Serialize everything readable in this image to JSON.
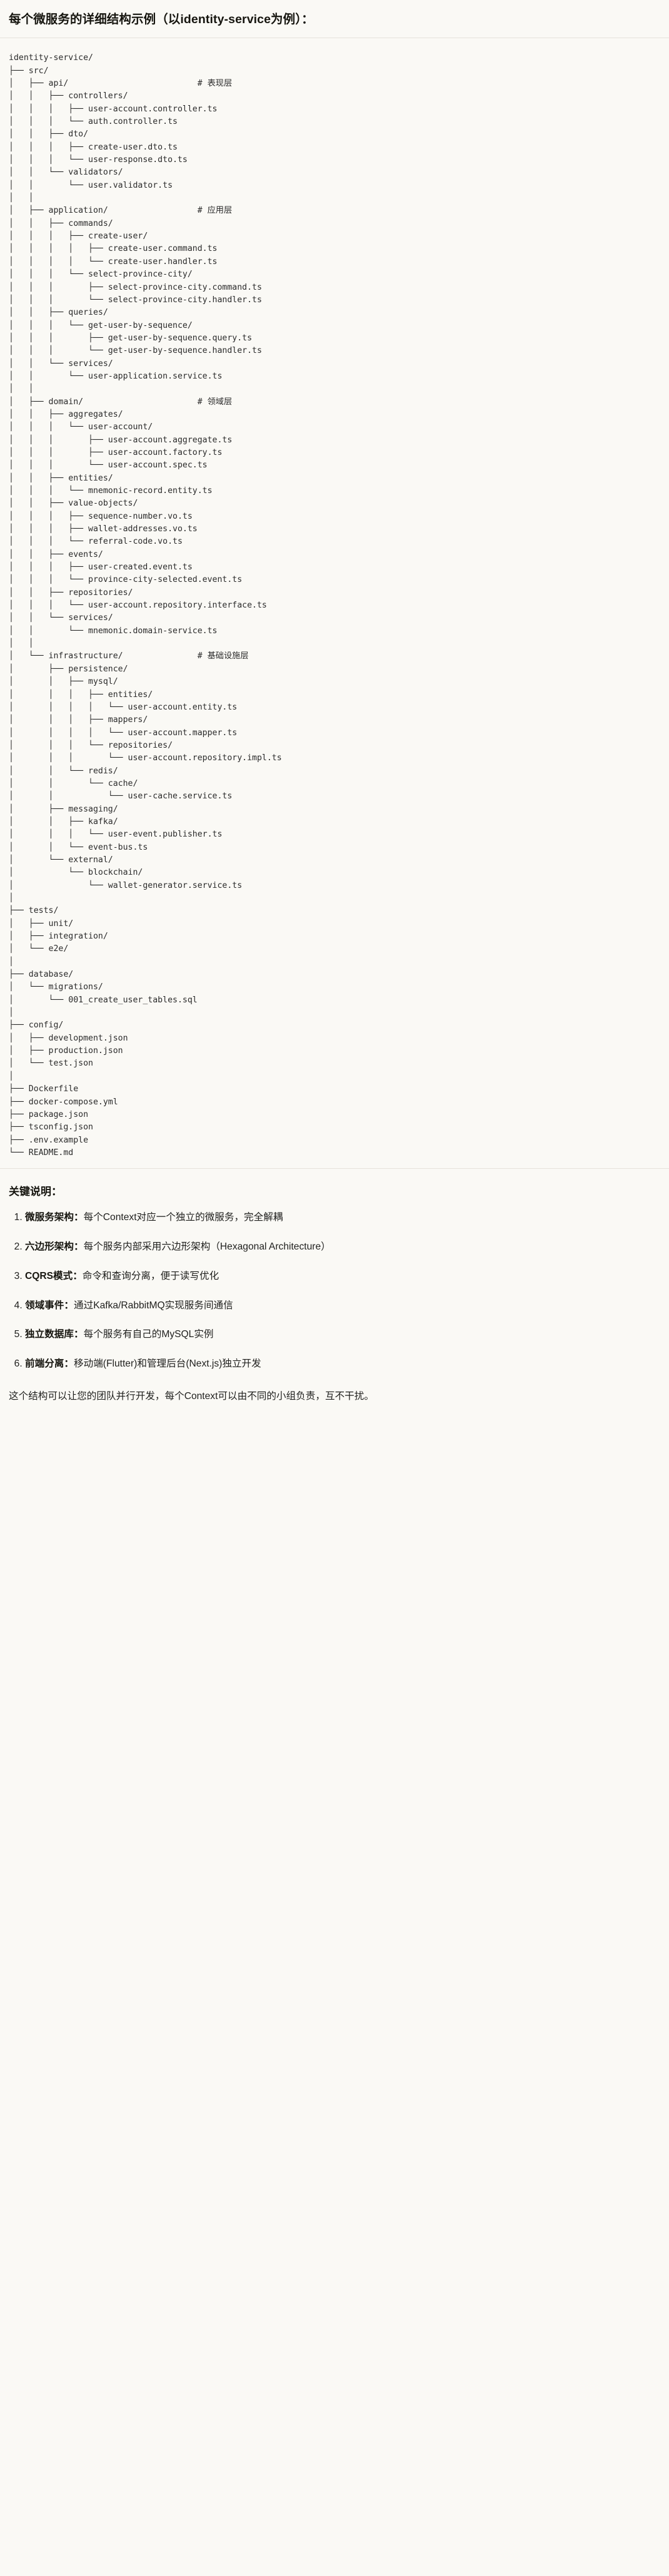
{
  "header": {
    "title": "每个微服务的详细结构示例（以identity-service为例）："
  },
  "tree": {
    "text": "identity-service/\n├── src/\n│   ├── api/                          # 表现层\n│   │   ├── controllers/\n│   │   │   ├── user-account.controller.ts\n│   │   │   └── auth.controller.ts\n│   │   ├── dto/\n│   │   │   ├── create-user.dto.ts\n│   │   │   └── user-response.dto.ts\n│   │   └── validators/\n│   │       └── user.validator.ts\n│   │\n│   ├── application/                  # 应用层\n│   │   ├── commands/\n│   │   │   ├── create-user/\n│   │   │   │   ├── create-user.command.ts\n│   │   │   │   └── create-user.handler.ts\n│   │   │   └── select-province-city/\n│   │   │       ├── select-province-city.command.ts\n│   │   │       └── select-province-city.handler.ts\n│   │   ├── queries/\n│   │   │   └── get-user-by-sequence/\n│   │   │       ├── get-user-by-sequence.query.ts\n│   │   │       └── get-user-by-sequence.handler.ts\n│   │   └── services/\n│   │       └── user-application.service.ts\n│   │\n│   ├── domain/                       # 领域层\n│   │   ├── aggregates/\n│   │   │   └── user-account/\n│   │   │       ├── user-account.aggregate.ts\n│   │   │       ├── user-account.factory.ts\n│   │   │       └── user-account.spec.ts\n│   │   ├── entities/\n│   │   │   └── mnemonic-record.entity.ts\n│   │   ├── value-objects/\n│   │   │   ├── sequence-number.vo.ts\n│   │   │   ├── wallet-addresses.vo.ts\n│   │   │   └── referral-code.vo.ts\n│   │   ├── events/\n│   │   │   ├── user-created.event.ts\n│   │   │   └── province-city-selected.event.ts\n│   │   ├── repositories/\n│   │   │   └── user-account.repository.interface.ts\n│   │   └── services/\n│   │       └── mnemonic.domain-service.ts\n│   │\n│   └── infrastructure/               # 基础设施层\n│       ├── persistence/\n│       │   ├── mysql/\n│       │   │   ├── entities/\n│       │   │   │   └── user-account.entity.ts\n│       │   │   ├── mappers/\n│       │   │   │   └── user-account.mapper.ts\n│       │   │   └── repositories/\n│       │   │       └── user-account.repository.impl.ts\n│       │   └── redis/\n│       │       └── cache/\n│       │           └── user-cache.service.ts\n│       ├── messaging/\n│       │   ├── kafka/\n│       │   │   └── user-event.publisher.ts\n│       │   └── event-bus.ts\n│       └── external/\n│           └── blockchain/\n│               └── wallet-generator.service.ts\n│\n├── tests/\n│   ├── unit/\n│   ├── integration/\n│   └── e2e/\n│\n├── database/\n│   └── migrations/\n│       └── 001_create_user_tables.sql\n│\n├── config/\n│   ├── development.json\n│   ├── production.json\n│   └── test.json\n│\n├── Dockerfile\n├── docker-compose.yml\n├── package.json\n├── tsconfig.json\n├── .env.example\n└── README.md",
    "layer_comments": [
      "# 表现层",
      "# 应用层",
      "# 领域层",
      "# 基础设施层"
    ],
    "root": "identity-service/"
  },
  "notes": {
    "title": "关键说明：",
    "items": [
      {
        "index": "1.",
        "term": "微服务架构",
        "sep": "：",
        "desc": "每个Context对应一个独立的微服务，完全解耦"
      },
      {
        "index": "2.",
        "term": "六边形架构",
        "sep": "：",
        "desc": "每个服务内部采用六边形架构（Hexagonal Architecture）"
      },
      {
        "index": "3.",
        "term": "CQRS模式",
        "sep": "：",
        "desc": "命令和查询分离，便于读写优化"
      },
      {
        "index": "4.",
        "term": "领域事件",
        "sep": "：",
        "desc": "通过Kafka/RabbitMQ实现服务间通信"
      },
      {
        "index": "5.",
        "term": "独立数据库",
        "sep": "：",
        "desc": "每个服务有自己的MySQL实例"
      },
      {
        "index": "6.",
        "term": "前端分离",
        "sep": "：",
        "desc": "移动端(Flutter)和管理后台(Next.js)独立开发"
      }
    ],
    "closing": "这个结构可以让您的团队并行开发，每个Context可以由不同的小组负责，互不干扰。"
  },
  "colors": {
    "background": "#faf9f5",
    "text": "#1f1f1d",
    "code_text": "#2b2b2b",
    "divider": "#e6e3db"
  }
}
